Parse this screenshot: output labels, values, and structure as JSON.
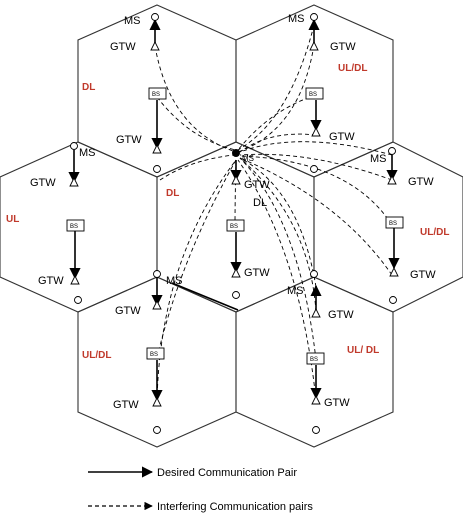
{
  "labels": {
    "ms": "MS",
    "gtw": "GTW",
    "bs": "BS",
    "small_ms": "MS",
    "dl_center": "DL"
  },
  "regions": {
    "top_left": "DL",
    "top_right": "UL/DL",
    "center": "DL",
    "left": "UL",
    "right": "UL/DL",
    "bottom_left": "UL/DL",
    "bottom_right": "UL/ DL"
  },
  "legend": {
    "desired": "Desired Communication Pair",
    "interfering": "Interfering Communication pairs"
  }
}
